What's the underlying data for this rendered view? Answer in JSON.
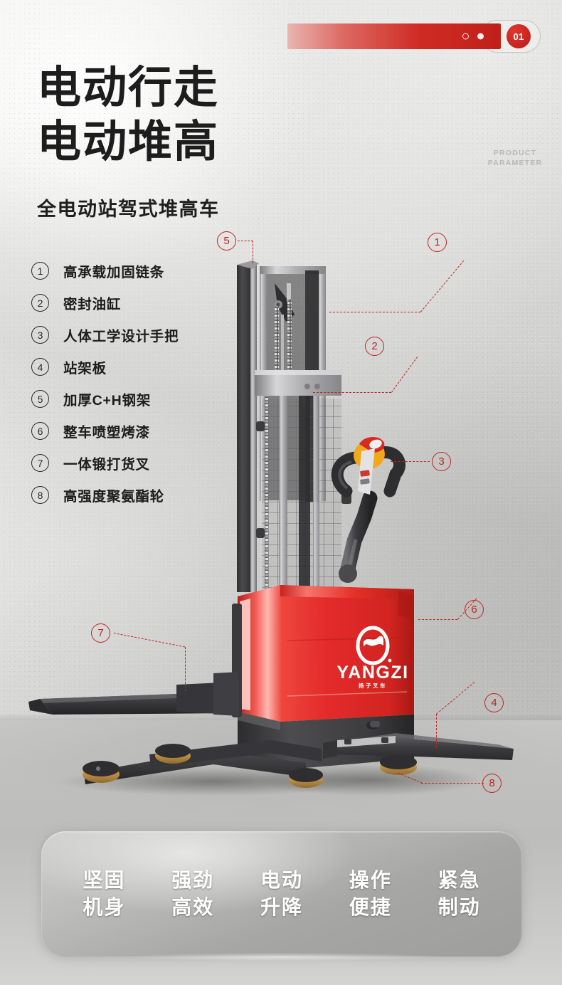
{
  "topbar": {
    "badge": "01",
    "dots": [
      "dot-hollow",
      "dot-solid"
    ]
  },
  "headline": {
    "line1": "电动行走",
    "line2": "电动堆高"
  },
  "subtitle": "全电动站驾式堆高车",
  "watermark": {
    "line1": "PRODUCT",
    "line2": "PARAMETER"
  },
  "features": [
    {
      "num": "①",
      "label": "高承载加固链条"
    },
    {
      "num": "②",
      "label": "密封油缸"
    },
    {
      "num": "③",
      "label": "人体工学设计手把"
    },
    {
      "num": "④",
      "label": "站架板"
    },
    {
      "num": "⑤",
      "label": "加厚C+H钢架"
    },
    {
      "num": "⑥",
      "label": "整车喷塑烤漆"
    },
    {
      "num": "⑦",
      "label": "一体锻打货叉"
    },
    {
      "num": "⑧",
      "label": "高强度聚氨酯轮"
    }
  ],
  "callouts": [
    {
      "id": "1",
      "label": "①"
    },
    {
      "id": "2",
      "label": "②"
    },
    {
      "id": "3",
      "label": "③"
    },
    {
      "id": "4",
      "label": "④"
    },
    {
      "id": "5",
      "label": "⑤"
    },
    {
      "id": "6",
      "label": "⑥"
    },
    {
      "id": "7",
      "label": "⑦"
    },
    {
      "id": "8",
      "label": "⑧"
    }
  ],
  "product": {
    "brand": "YANGZI",
    "brand_cn": "扬子叉车"
  },
  "benefits": [
    {
      "top": "坚固",
      "bottom": "机身"
    },
    {
      "top": "强劲",
      "bottom": "高效"
    },
    {
      "top": "电动",
      "bottom": "升降"
    },
    {
      "top": "操作",
      "bottom": "便捷"
    },
    {
      "top": "紧急",
      "bottom": "制动"
    }
  ],
  "colors": {
    "brand_red": "#E32B2B",
    "callout_red": "#C0251F",
    "body_dark": "#3A3A3C",
    "wheel_tan": "#C79A52",
    "text_dark": "#1D1D1D"
  }
}
